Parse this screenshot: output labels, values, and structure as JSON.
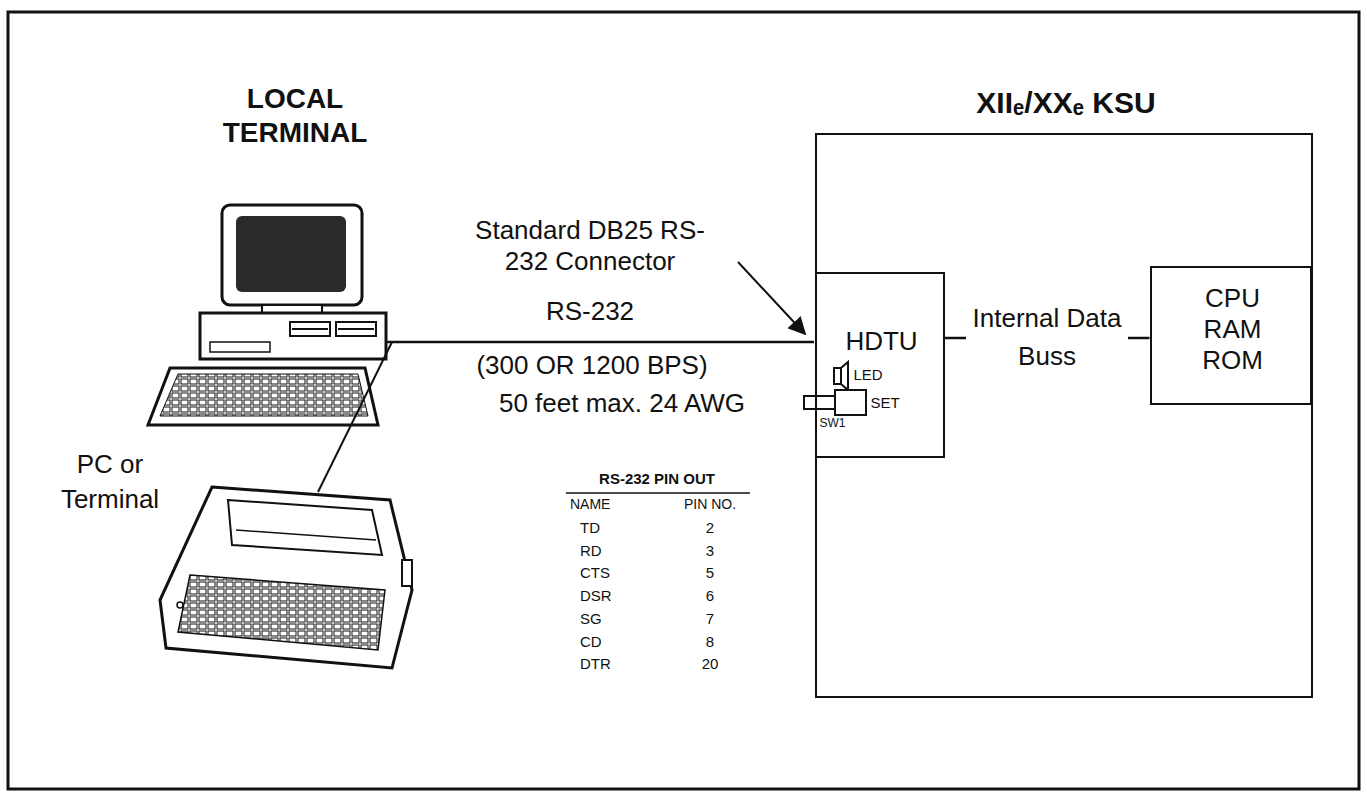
{
  "diagram": {
    "nodes": [
      {
        "text": [
          "XIIₑ/XXₑ KSU"
        ]
      },
      {
        "text": [
          "HDTU",
          "LED",
          "SET",
          "SW1"
        ],
        "in": 0
      },
      {
        "text": [
          "CPU RAM ROM"
        ],
        "in": 0
      }
    ],
    "edges": [
      {
        "from": 1,
        "to": 2,
        "arrow": "none",
        "label": "Internal Data Buss"
      }
    ],
    "labels": [
      "LOCAL TERMINAL",
      "PC or Terminal",
      "Standard DB25 RS-232 Connector",
      "RS-232",
      "(300 OR 1200 BPS)",
      "50 feet max. 24 AWG",
      "RS-232 PIN OUT",
      "NAME",
      "PIN NO.",
      "TD",
      "2",
      "RD",
      "3",
      "CTS",
      "5",
      "DSR",
      "6",
      "SG",
      "7",
      "CD",
      "8",
      "DTR",
      "20"
    ]
  }
}
